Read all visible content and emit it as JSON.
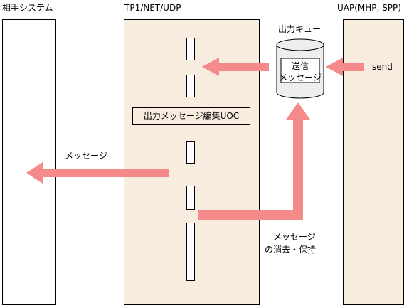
{
  "colors": {
    "column_fill": "#f8ecdf",
    "arrow": "#f48a8a",
    "queue_fill": "#eeeeee"
  },
  "left_system": {
    "title": "相手システム"
  },
  "middle": {
    "title": "TP1/NET/UDP",
    "uoc_label": "出力メッセージ編集UOC"
  },
  "right": {
    "title": "UAP(MHP, SPP)"
  },
  "queue": {
    "title": "出力キュー",
    "line1": "送信",
    "line2": "メッセージ"
  },
  "labels": {
    "send": "send",
    "message_out": "メッセージ",
    "keep_line1": "メッセージ",
    "keep_line2": "の消去・保持"
  }
}
